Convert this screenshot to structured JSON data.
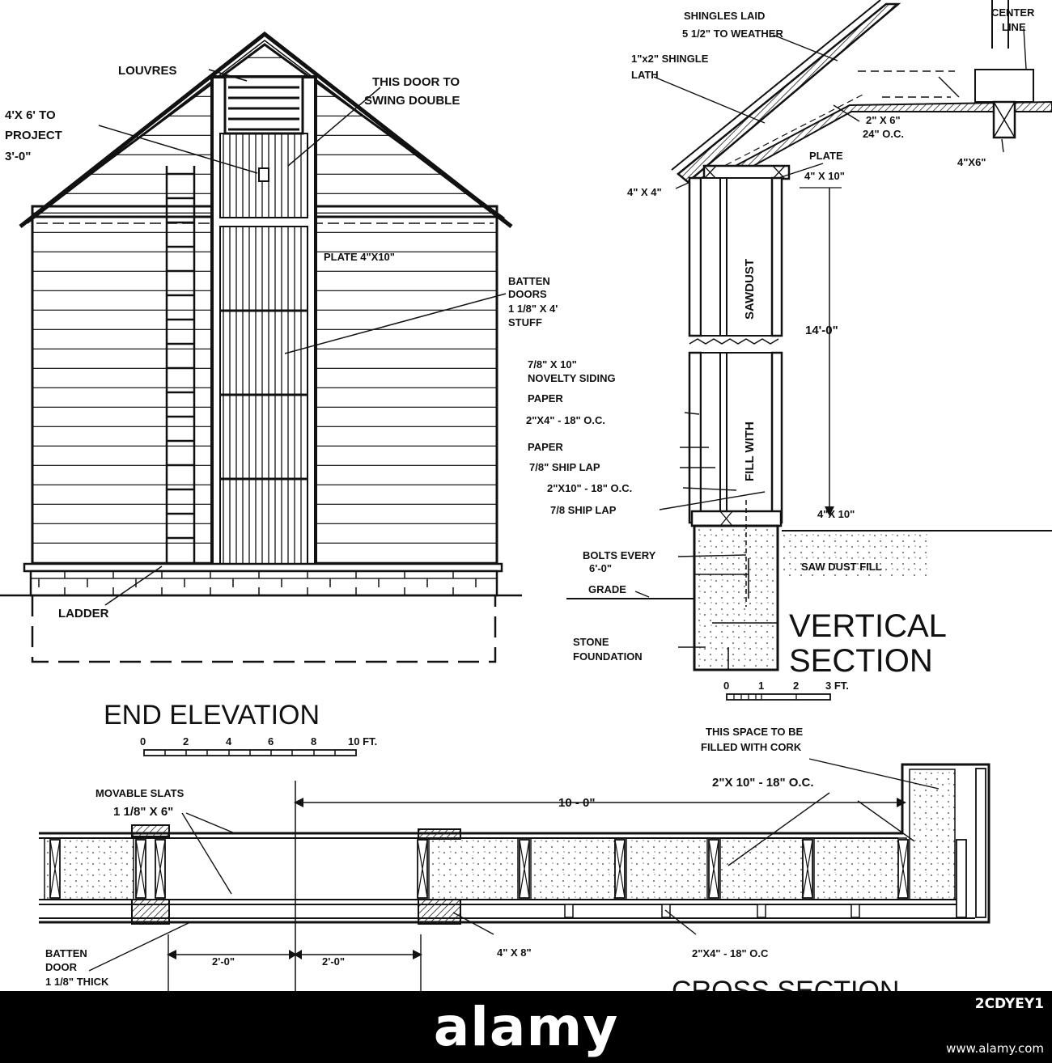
{
  "end_elevation": {
    "title": "END ELEVATION",
    "scale": {
      "ticks": [
        "0",
        "2",
        "4",
        "6",
        "8",
        "10 FT."
      ]
    },
    "labels": {
      "louvres": "LOUVRES",
      "door_swing_1": "THIS DOOR TO",
      "door_swing_2": "SWING DOUBLE",
      "project_1": "4'X 6' TO",
      "project_2": "PROJECT",
      "project_3": "3'-0\"",
      "plate": "PLATE 4\"X10\"",
      "batten_1": "BATTEN",
      "batten_2": "DOORS",
      "batten_3": "1 1/8\" X 4'",
      "batten_4": "STUFF",
      "ladder": "LADDER"
    }
  },
  "vertical_section": {
    "title_1": "VERTICAL",
    "title_2": "SECTION",
    "scale": {
      "ticks": [
        "0",
        "1",
        "2",
        "3 FT."
      ]
    },
    "labels": {
      "shingles_1": "SHINGLES LAID",
      "shingles_2": "5 1/2\" TO WEATHER",
      "lath_1": "1\"x2\" SHINGLE",
      "lath_2": "LATH",
      "center_1": "CENTER",
      "center_2": "LINE",
      "rafter_1": "2\" X 6\"",
      "rafter_2": "24\" O.C.",
      "post": "4\"X6\"",
      "plate": "PLATE",
      "plate_size": "4\" X 10\"",
      "corner": "4\" X 4\"",
      "sawdust": "SAWDUST",
      "fill_with": "FILL WITH",
      "height": "14'-0\"",
      "siding_1": "7/8\" X 10\"",
      "siding_2": "NOVELTY SIDING",
      "paper_1": "PAPER",
      "studs": "2\"X4\" - 18\" O.C.",
      "paper_2": "PAPER",
      "shiplap_1": "7/8\" SHIP LAP",
      "joists": "2\"X10\" - 18\" O.C.",
      "shiplap_2": "7/8 SHIP LAP",
      "sill": "4\"X 10\"",
      "bolts_1": "BOLTS EVERY",
      "bolts_2": "6'-0\"",
      "sawdust_fill": "SAW DUST FILL",
      "grade": "GRADE",
      "stone_1": "STONE",
      "stone_2": "FOUNDATION"
    }
  },
  "cross_section": {
    "title": "CROSS SECTION",
    "labels": {
      "cork_1": "THIS SPACE TO BE",
      "cork_2": "FILLED WITH CORK",
      "joists": "2\"X 10\" - 18\" O.C.",
      "slats_1": "MOVABLE SLATS",
      "slats_2": "1 1/8\" X 6\"",
      "span": "10 - 0\"",
      "batten_1": "BATTEN",
      "batten_2": "DOOR",
      "batten_3": "1 1/8\" THICK",
      "dim_1": "2'-0\"",
      "dim_2": "2'-0\"",
      "beam": "4\" X 8\"",
      "studs": "2\"X4\" - 18\" O.C"
    }
  },
  "watermark": {
    "logo": "alamy",
    "code": "2CDYEY1",
    "url": "www.alamy.com"
  }
}
